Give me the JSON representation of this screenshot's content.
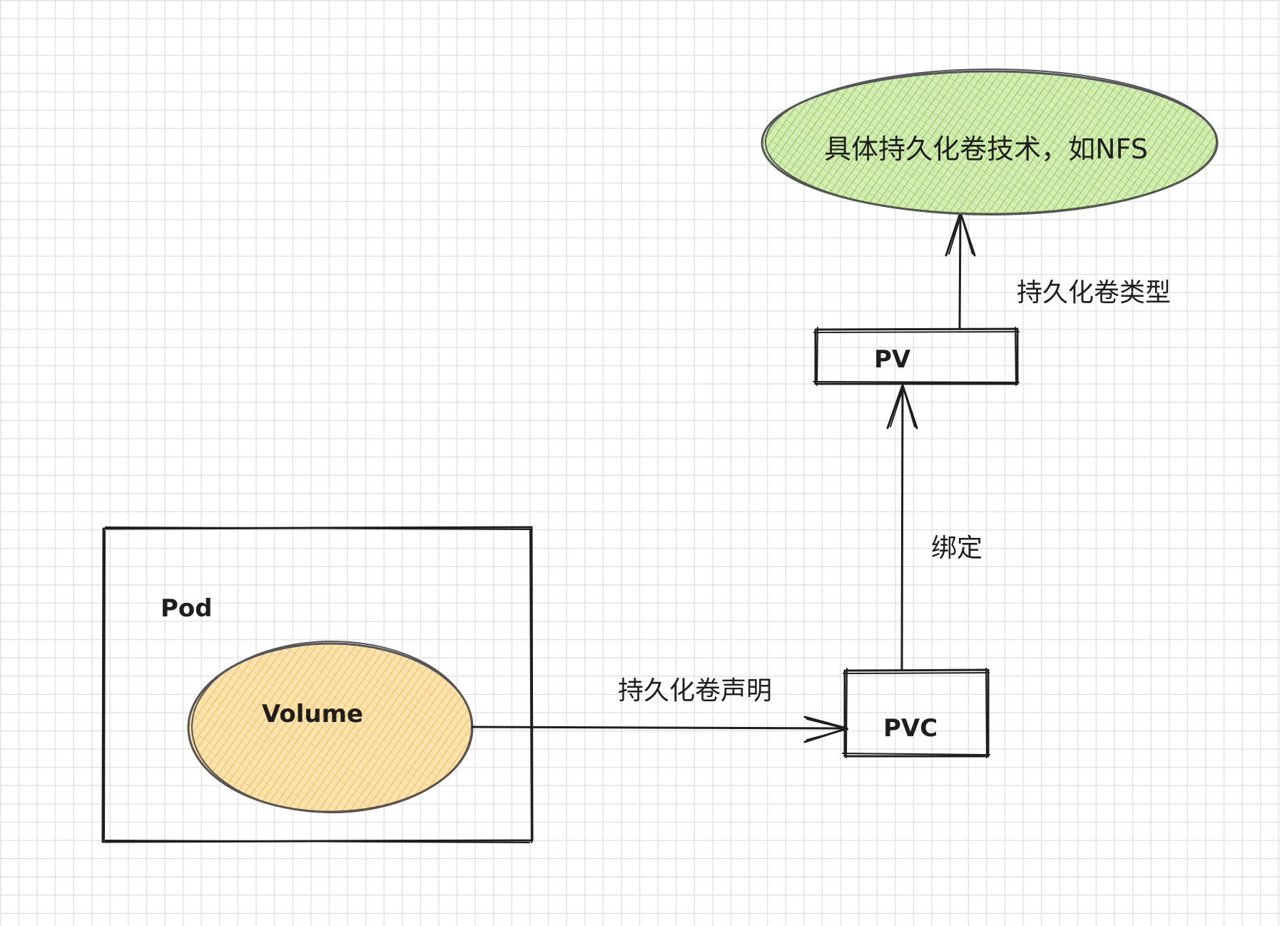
{
  "nodes": {
    "pod": {
      "label": "Pod"
    },
    "volume": {
      "label": "Volume"
    },
    "pvc": {
      "label": "PVC"
    },
    "pv": {
      "label": "PV"
    },
    "storage": {
      "label": "具体持久化卷技术，如NFS"
    }
  },
  "edges": {
    "volume_to_pvc": {
      "label": "持久化卷声明"
    },
    "pvc_to_pv": {
      "label": "绑定"
    },
    "pv_to_storage": {
      "label": "持久化卷类型"
    }
  },
  "colors": {
    "volume_fill": "#f7c25f",
    "storage_fill": "#86c247",
    "stroke": "#1e1e1e"
  }
}
